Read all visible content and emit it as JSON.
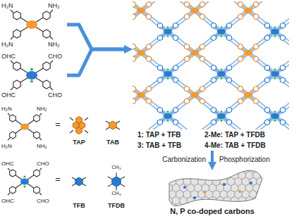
{
  "diagram": {
    "nodes": [
      {
        "text": [
          "H₂N",
          "NH₂",
          "H₂N",
          "NH₂"
        ]
      },
      {
        "text": [
          "OHC",
          "CHO",
          "OHC",
          "CHO"
        ]
      },
      {
        "text": [
          "1: TAP + TFB",
          "2-Me: TAP + TFDB",
          "3: TAB + TFB",
          "4-Me: TAB + TFDB"
        ]
      },
      {
        "text": [
          "N, P co-doped carbons"
        ]
      }
    ],
    "edges": [
      {
        "from": 0,
        "to": 2,
        "arrow": "to"
      },
      {
        "from": 1,
        "to": 2,
        "arrow": "to"
      },
      {
        "from": 2,
        "to": 3,
        "arrow": "to"
      }
    ],
    "labels": [
      "H₂N",
      "NH₂",
      "H₂N",
      "NH₂",
      "=",
      "TAP",
      "TAB",
      "OHC",
      "CHO",
      "OHC",
      "CHO",
      "=",
      "TFB",
      "CH₃",
      "CH₃",
      "TFDB",
      "Carbonization",
      "Phosphorization"
    ]
  }
}
